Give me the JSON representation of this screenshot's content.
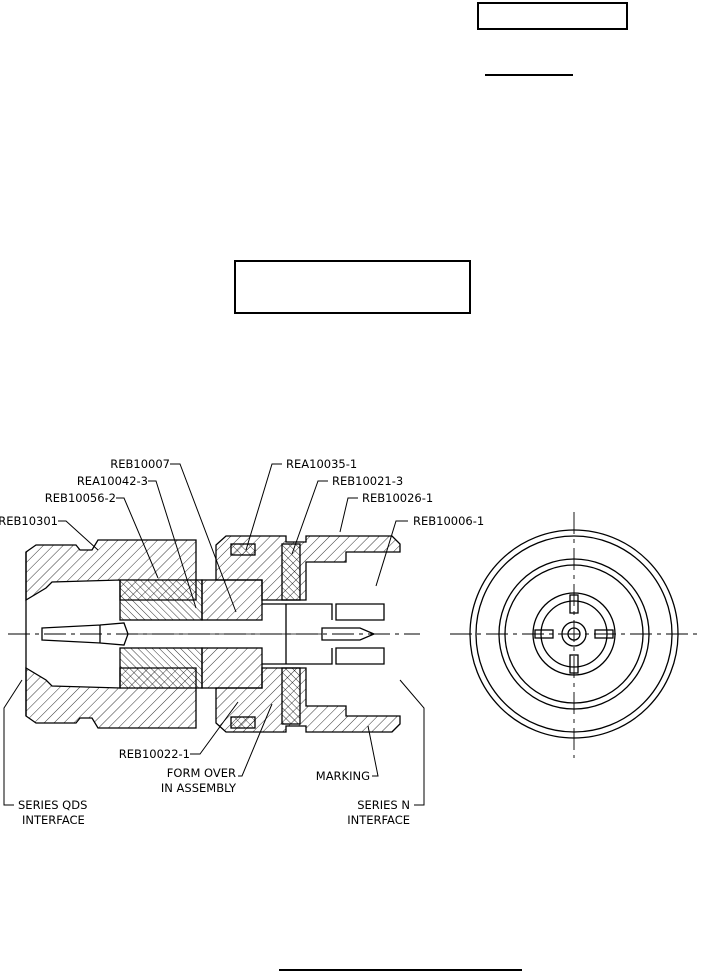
{
  "drawing": {
    "callouts": {
      "reb10007": "REB10007",
      "rea10042": "REA10042-3",
      "reb10056": "REB10056-2",
      "reb10301": "REB10301",
      "rea10035": "REA10035-1",
      "reb10021": "REB10021-3",
      "reb10026": "REB10026-1",
      "reb10006": "REB10006-1",
      "reb10022": "REB10022-1",
      "form_over_1": "FORM OVER",
      "form_over_2": "IN ASSEMBLY",
      "marking": "MARKING",
      "qds_1": "SERIES QDS",
      "qds_2": "INTERFACE",
      "n_1": "SERIES N",
      "n_2": "INTERFACE"
    }
  }
}
